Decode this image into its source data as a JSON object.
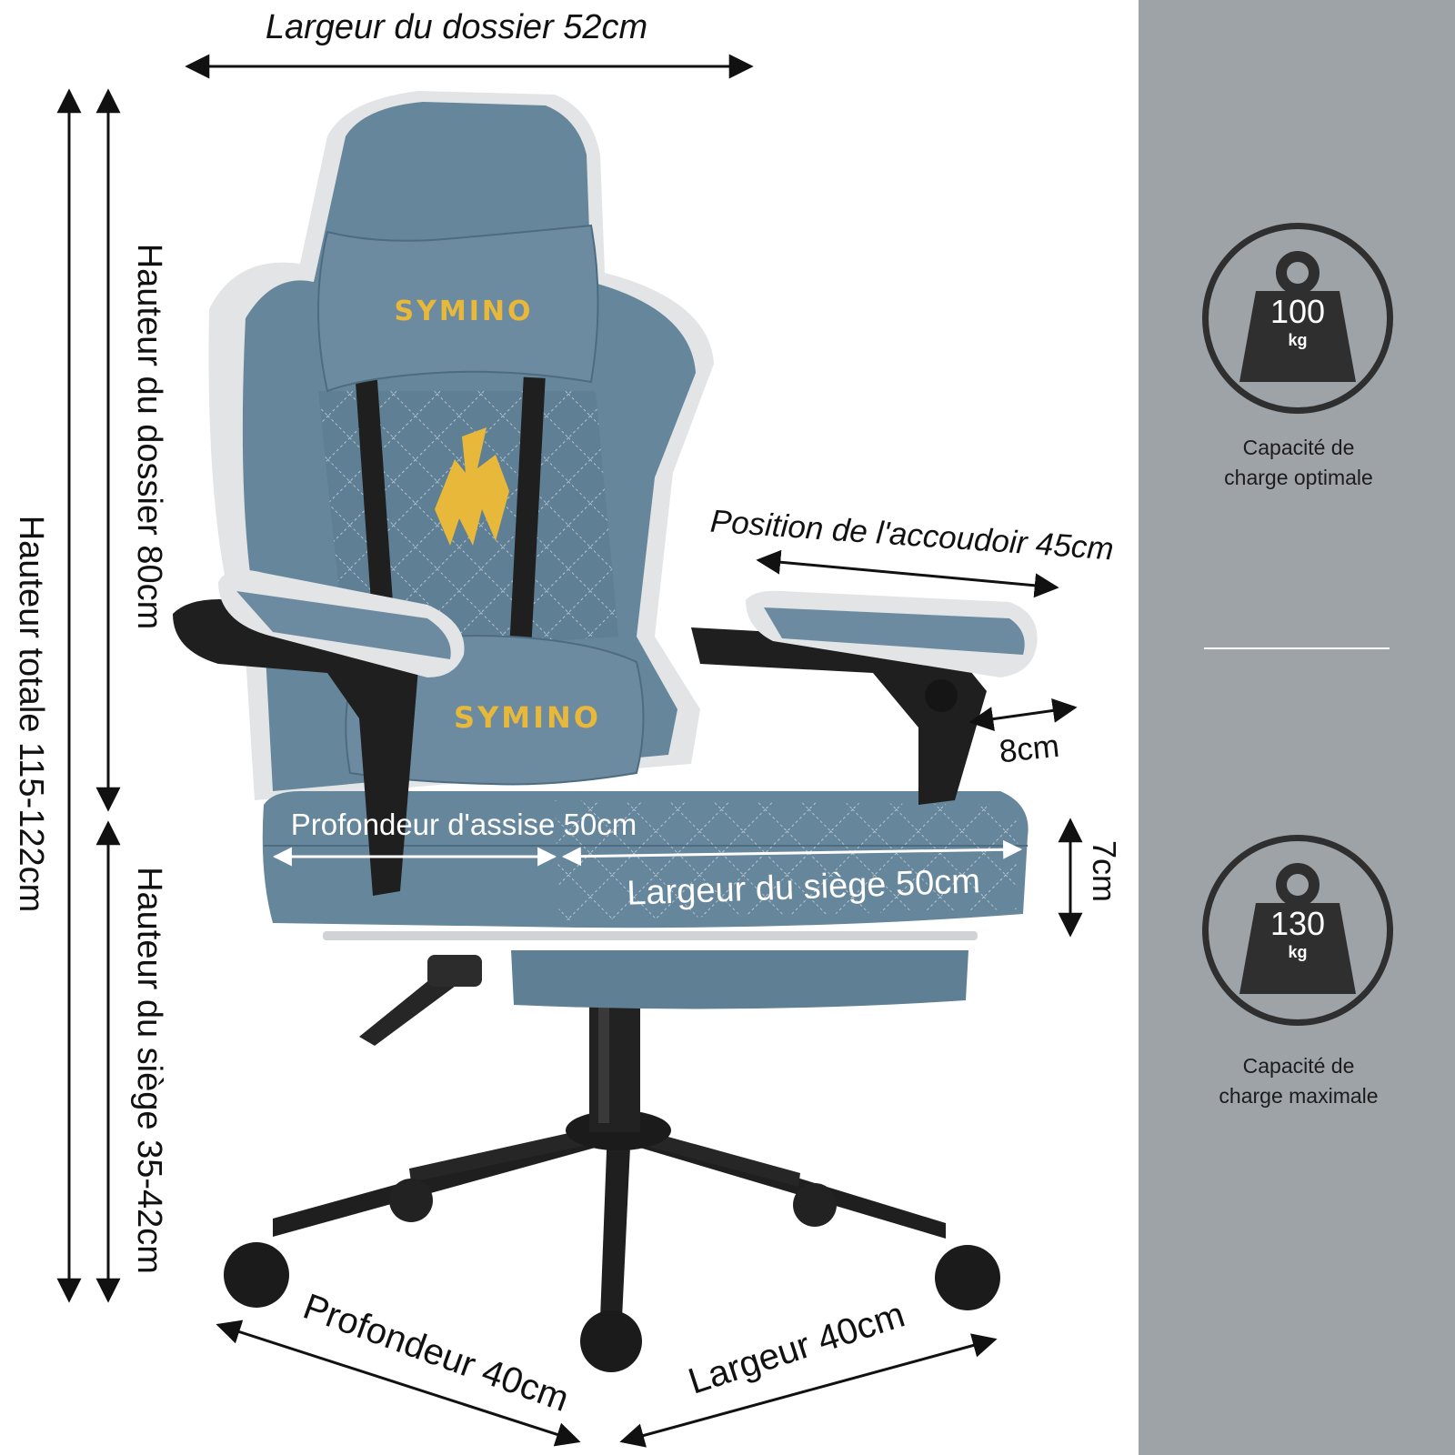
{
  "dimensions": {
    "backrest_width": "Largeur du dossier 52cm",
    "total_height": "Hauteur totale 115-122cm",
    "backrest_height": "Hauteur du dossier 80cm",
    "seat_height": "Hauteur du siège 35-42cm",
    "armrest_position": "Position de l'accoudoir 45cm",
    "armrest_width": "8cm",
    "seat_thickness": "7cm",
    "seat_depth": "Profondeur d'assise 50cm",
    "seat_width": "Largeur du siège 50cm",
    "base_depth": "Profondeur 40cm",
    "base_width": "Largeur 40cm"
  },
  "brand": {
    "headrest_logo": "SYMINO",
    "lumbar_logo": "SYMINO"
  },
  "load_capacity": {
    "optimal": {
      "value": "100",
      "unit": "kg",
      "label_line1": "Capacité de",
      "label_line2": "charge optimale"
    },
    "maximum": {
      "value": "130",
      "unit": "kg",
      "label_line1": "Capacité de",
      "label_line2": "charge maximale"
    }
  },
  "colors": {
    "upholstery": "#66869c",
    "upholstery_dark": "#4e6c80",
    "accent_white": "#e2e4e6",
    "frame_black": "#1f1f1f",
    "logo_gold": "#e8b83a",
    "panel_gray": "#9ea3a8"
  }
}
